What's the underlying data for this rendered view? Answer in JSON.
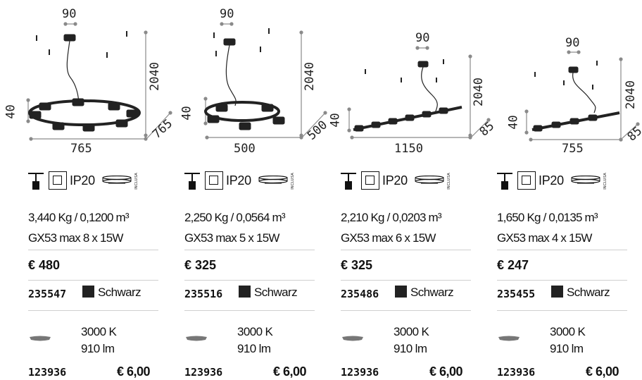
{
  "products": [
    {
      "dims": {
        "top": "90",
        "height": "2040",
        "left": "40",
        "width": "765",
        "depth": "765"
      },
      "ip": "IP20",
      "inclusa": "INCLUSA",
      "weight_volume": "3,440 Kg / 0,1200 m³",
      "lamp": "GX53 max 8 x 15W",
      "price_currency": "€",
      "price": "480",
      "code": "235547",
      "color_name": "Schwarz",
      "accessory": {
        "cct": "3000 K",
        "lumen": "910 lm",
        "code": "123936",
        "price": "€ 6,00"
      }
    },
    {
      "dims": {
        "top": "90",
        "height": "2040",
        "left": "40",
        "width": "500",
        "depth": "500"
      },
      "ip": "IP20",
      "inclusa": "INCLUSA",
      "weight_volume": "2,250 Kg / 0,0564 m³",
      "lamp": "GX53 max 5 x 15W",
      "price_currency": "€",
      "price": "325",
      "code": "235516",
      "color_name": "Schwarz",
      "accessory": {
        "cct": "3000 K",
        "lumen": "910 lm",
        "code": "123936",
        "price": "€ 6,00"
      }
    },
    {
      "dims": {
        "top": "90",
        "height": "2040",
        "left": "40",
        "width": "1150",
        "depth": "85"
      },
      "ip": "IP20",
      "inclusa": "INCLUSA",
      "weight_volume": "2,210 Kg / 0,0203 m³",
      "lamp": "GX53 max 6 x 15W",
      "price_currency": "€",
      "price": "325",
      "code": "235486",
      "color_name": "Schwarz",
      "accessory": {
        "cct": "3000 K",
        "lumen": "910 lm",
        "code": "123936",
        "price": "€ 6,00"
      }
    },
    {
      "dims": {
        "top": "90",
        "height": "2040",
        "left": "40",
        "width": "755",
        "depth": "85"
      },
      "ip": "IP20",
      "inclusa": "INCLUSA",
      "weight_volume": "1,650 Kg / 0,0135 m³",
      "lamp": "GX53 max 4 x 15W",
      "price_currency": "€",
      "price": "247",
      "code": "235455",
      "color_name": "Schwarz",
      "accessory": {
        "cct": "3000 K",
        "lumen": "910 lm",
        "code": "123936",
        "price": "€ 6,00"
      }
    }
  ],
  "colors": {
    "finish": "#222222",
    "dimension_line": "#8a8a8a",
    "divider": "#cfcfcf"
  }
}
